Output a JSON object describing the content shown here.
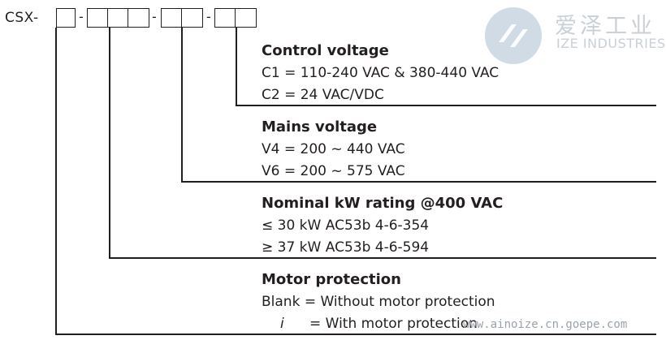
{
  "code": {
    "prefix": "CSX-",
    "separators": [
      "-",
      "-",
      "-"
    ]
  },
  "sections": [
    {
      "heading": "Control voltage",
      "options": [
        "C1 = 110-240 VAC & 380-440 VAC",
        "C2 = 24 VAC/VDC"
      ]
    },
    {
      "heading": "Mains voltage",
      "options": [
        "V4 = 200 ~ 440 VAC",
        "V6 = 200 ~ 575 VAC"
      ]
    },
    {
      "heading": "Nominal kW rating @400 VAC",
      "options": [
        "≤ 30 kW AC53b 4-6-354",
        "≥ 37 kW AC53b 4-6-594"
      ]
    },
    {
      "heading": "Motor protection",
      "options": [
        "Blank = Without motor protection",
        "i",
        "= With motor protection"
      ]
    }
  ],
  "watermark": {
    "cn": "爱泽工业",
    "en": "IZE INDUSTRIES",
    "url": "www.ainoize.cn.goepe.com"
  },
  "colors": {
    "ink": "#231f20",
    "watermark": "#c9d0d6"
  }
}
